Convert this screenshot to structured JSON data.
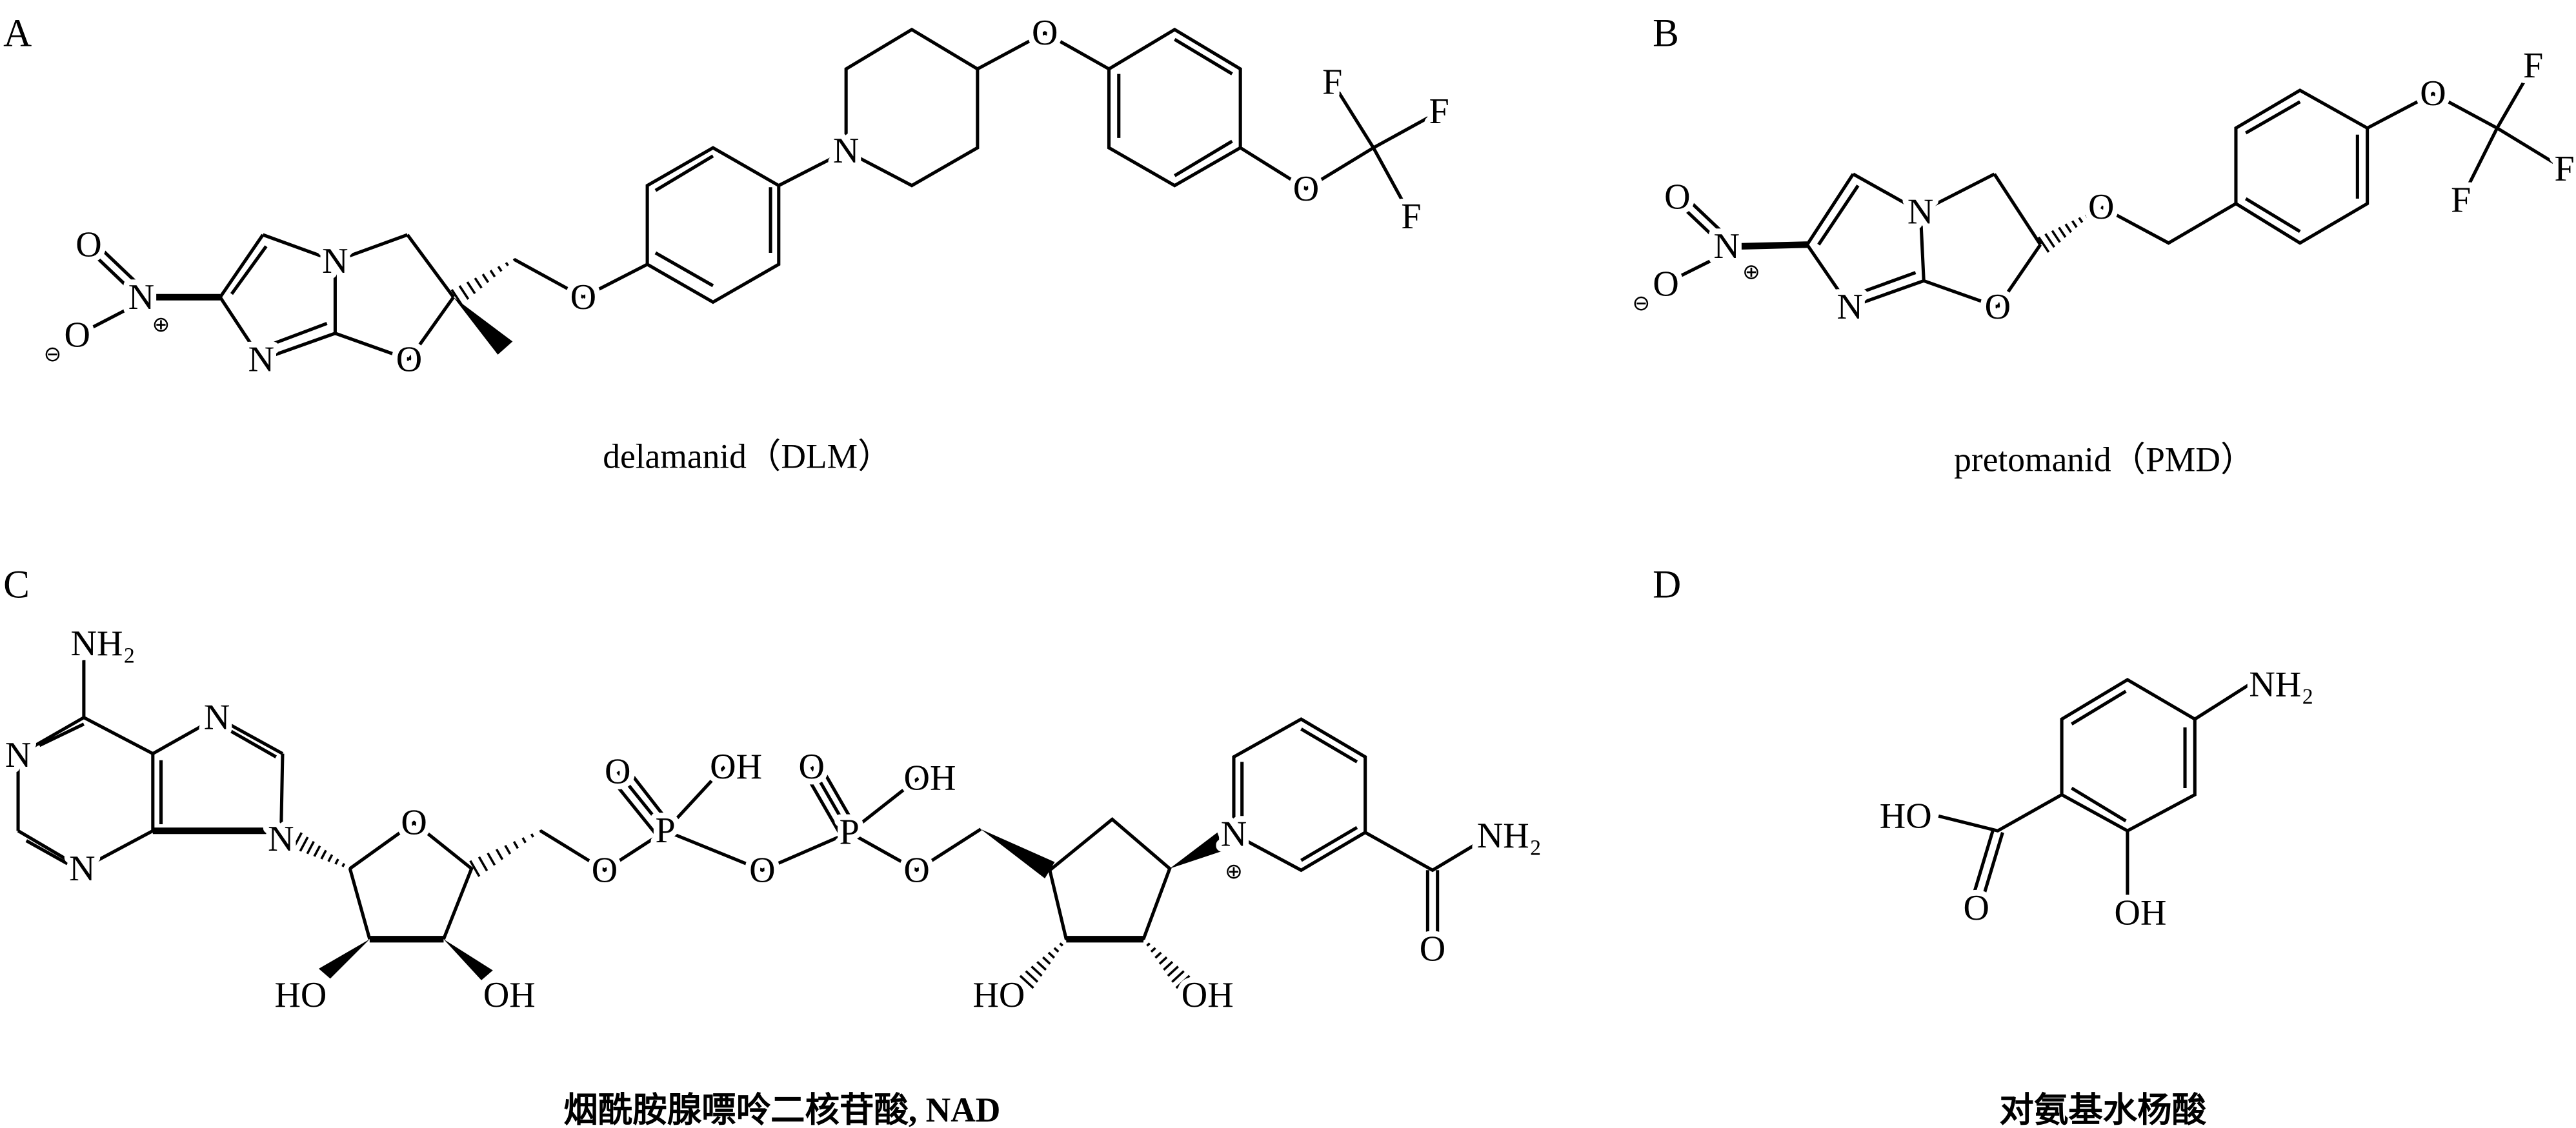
{
  "panel_a": {
    "label": "A",
    "caption": "delamanid（DLM）",
    "atoms": [
      "O",
      "N",
      "⊕",
      "O",
      "⊖",
      "N",
      "N",
      "O",
      "O",
      "N",
      "O",
      "O",
      "F",
      "F",
      "F"
    ]
  },
  "panel_b": {
    "label": "B",
    "caption": "pretomanid（PMD）",
    "atoms": [
      "O",
      "N",
      "⊕",
      "O",
      "⊖",
      "N",
      "N",
      "O",
      "O",
      "O",
      "F",
      "F",
      "F"
    ]
  },
  "panel_c": {
    "label": "C",
    "caption": "烟酰胺腺嘌呤二核苷酸, NAD",
    "atoms": [
      "NH₂",
      "N",
      "N",
      "N",
      "N",
      "O",
      "HO",
      "OH",
      "O",
      "P",
      "O",
      "OH",
      "O",
      "P",
      "O",
      "OH",
      "O",
      "HO",
      "OH",
      "N",
      "⊕",
      "O",
      "NH₂"
    ]
  },
  "panel_d": {
    "label": "D",
    "caption": "对氨基水杨酸",
    "atoms": [
      "NH₂",
      "HO",
      "O",
      "OH"
    ]
  }
}
